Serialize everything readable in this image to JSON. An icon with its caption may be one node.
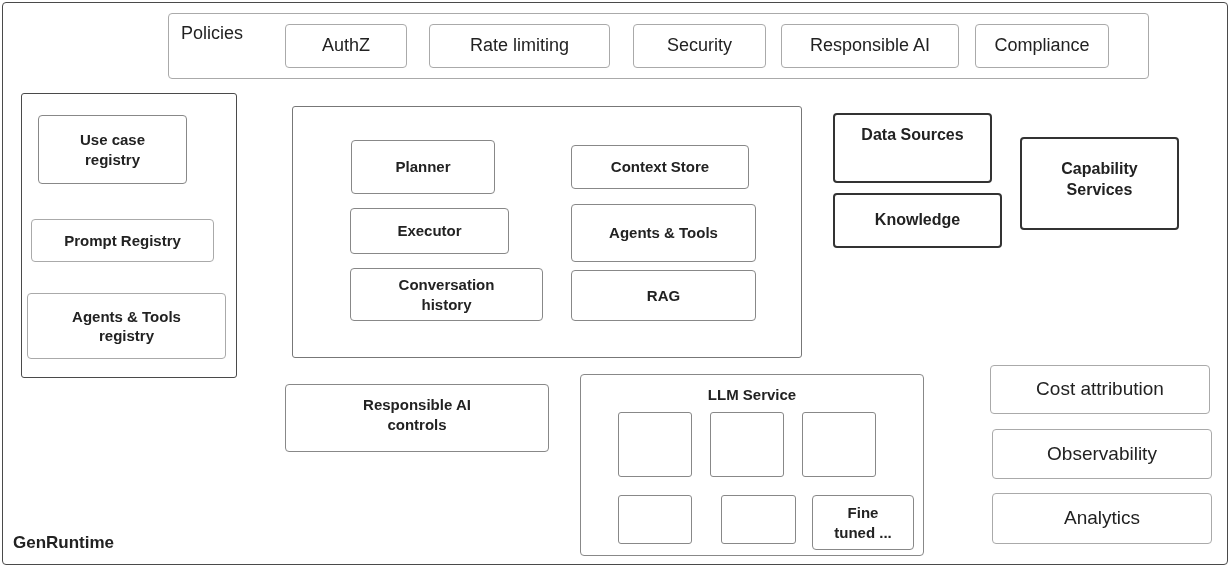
{
  "diagram": {
    "nodes": [
      {
        "text": [
          "GenRuntime"
        ]
      },
      {
        "text": [
          "Policies"
        ],
        "in": 0
      },
      {
        "text": [
          "AuthZ"
        ],
        "in": 1
      },
      {
        "text": [
          "Rate limiting"
        ],
        "in": 1
      },
      {
        "text": [
          "Security"
        ],
        "in": 1
      },
      {
        "text": [
          "Responsible AI"
        ],
        "in": 1
      },
      {
        "text": [
          "Compliance"
        ],
        "in": 1
      },
      {
        "text": [],
        "shape": "box",
        "in": 0
      },
      {
        "text": [
          "Use case registry"
        ],
        "in": 7
      },
      {
        "text": [
          "Prompt Registry"
        ],
        "in": 7
      },
      {
        "text": [
          "Agents & Tools registry"
        ],
        "in": 7
      },
      {
        "text": [],
        "shape": "box",
        "in": 0
      },
      {
        "text": [
          "Planner"
        ],
        "in": 11
      },
      {
        "text": [
          "Context Store"
        ],
        "in": 11
      },
      {
        "text": [
          "Executor"
        ],
        "in": 11
      },
      {
        "text": [
          "Agents & Tools"
        ],
        "in": 11
      },
      {
        "text": [
          "Conversation history"
        ],
        "in": 11
      },
      {
        "text": [
          "RAG"
        ],
        "in": 11
      },
      {
        "text": [
          "Data Sources"
        ],
        "in": 0
      },
      {
        "text": [
          "Knowledge"
        ],
        "in": 0
      },
      {
        "text": [
          "Capability Services"
        ],
        "in": 0
      },
      {
        "text": [
          "Responsible AI controls"
        ],
        "in": 0
      },
      {
        "text": [
          "LLM Service"
        ],
        "in": 0
      },
      {
        "text": [],
        "shape": "box",
        "in": 22
      },
      {
        "text": [],
        "shape": "box",
        "in": 22
      },
      {
        "text": [],
        "shape": "box",
        "in": 22
      },
      {
        "text": [],
        "shape": "box",
        "in": 22
      },
      {
        "text": [],
        "shape": "box",
        "in": 22
      },
      {
        "text": [
          "Fine tuned ..."
        ],
        "in": 22
      },
      {
        "text": [
          "Cost attribution"
        ],
        "in": 0
      },
      {
        "text": [
          "Observability"
        ],
        "in": 0
      },
      {
        "text": [
          "Analytics"
        ],
        "in": 0
      }
    ]
  }
}
